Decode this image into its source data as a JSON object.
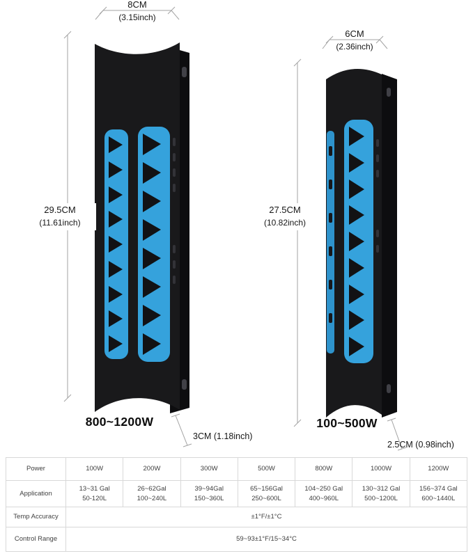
{
  "colors": {
    "accent_blue": "#35a2dc",
    "device_black": "#19191b",
    "device_back": "#0d0d0f",
    "dimension_line": "#a3a3a3",
    "table_border": "#d8d8d8"
  },
  "left_device": {
    "width_value": "8CM",
    "width_inches": "(3.15inch)",
    "height_value": "29.5CM",
    "height_inches": "(11.61inch)",
    "depth_label": "3CM (1.18inch)",
    "power_range": "800~1200W"
  },
  "right_device": {
    "width_value": "6CM",
    "width_inches": "(2.36inch)",
    "height_value": "27.5CM",
    "height_inches": "(10.82inch)",
    "depth_label": "2.5CM (0.98inch)",
    "power_range": "100~500W"
  },
  "spec_table": {
    "row_headers": [
      "Power",
      "Application",
      "Temp Accuracy",
      "Control Range"
    ],
    "power_values": [
      "100W",
      "200W",
      "300W",
      "500W",
      "800W",
      "1000W",
      "1200W"
    ],
    "application_values": [
      "13~31 Gal\n50-120L",
      "26~62Gal\n100~240L",
      "39~94Gal\n150~360L",
      "65~156Gal\n250~600L",
      "104~250 Gal\n400~960L",
      "130~312 Gal\n500~1200L",
      "156~374 Gal\n600~1440L"
    ],
    "temp_accuracy": "±1°F/±1°C",
    "control_range": "59~93±1°F/15~34°C"
  }
}
